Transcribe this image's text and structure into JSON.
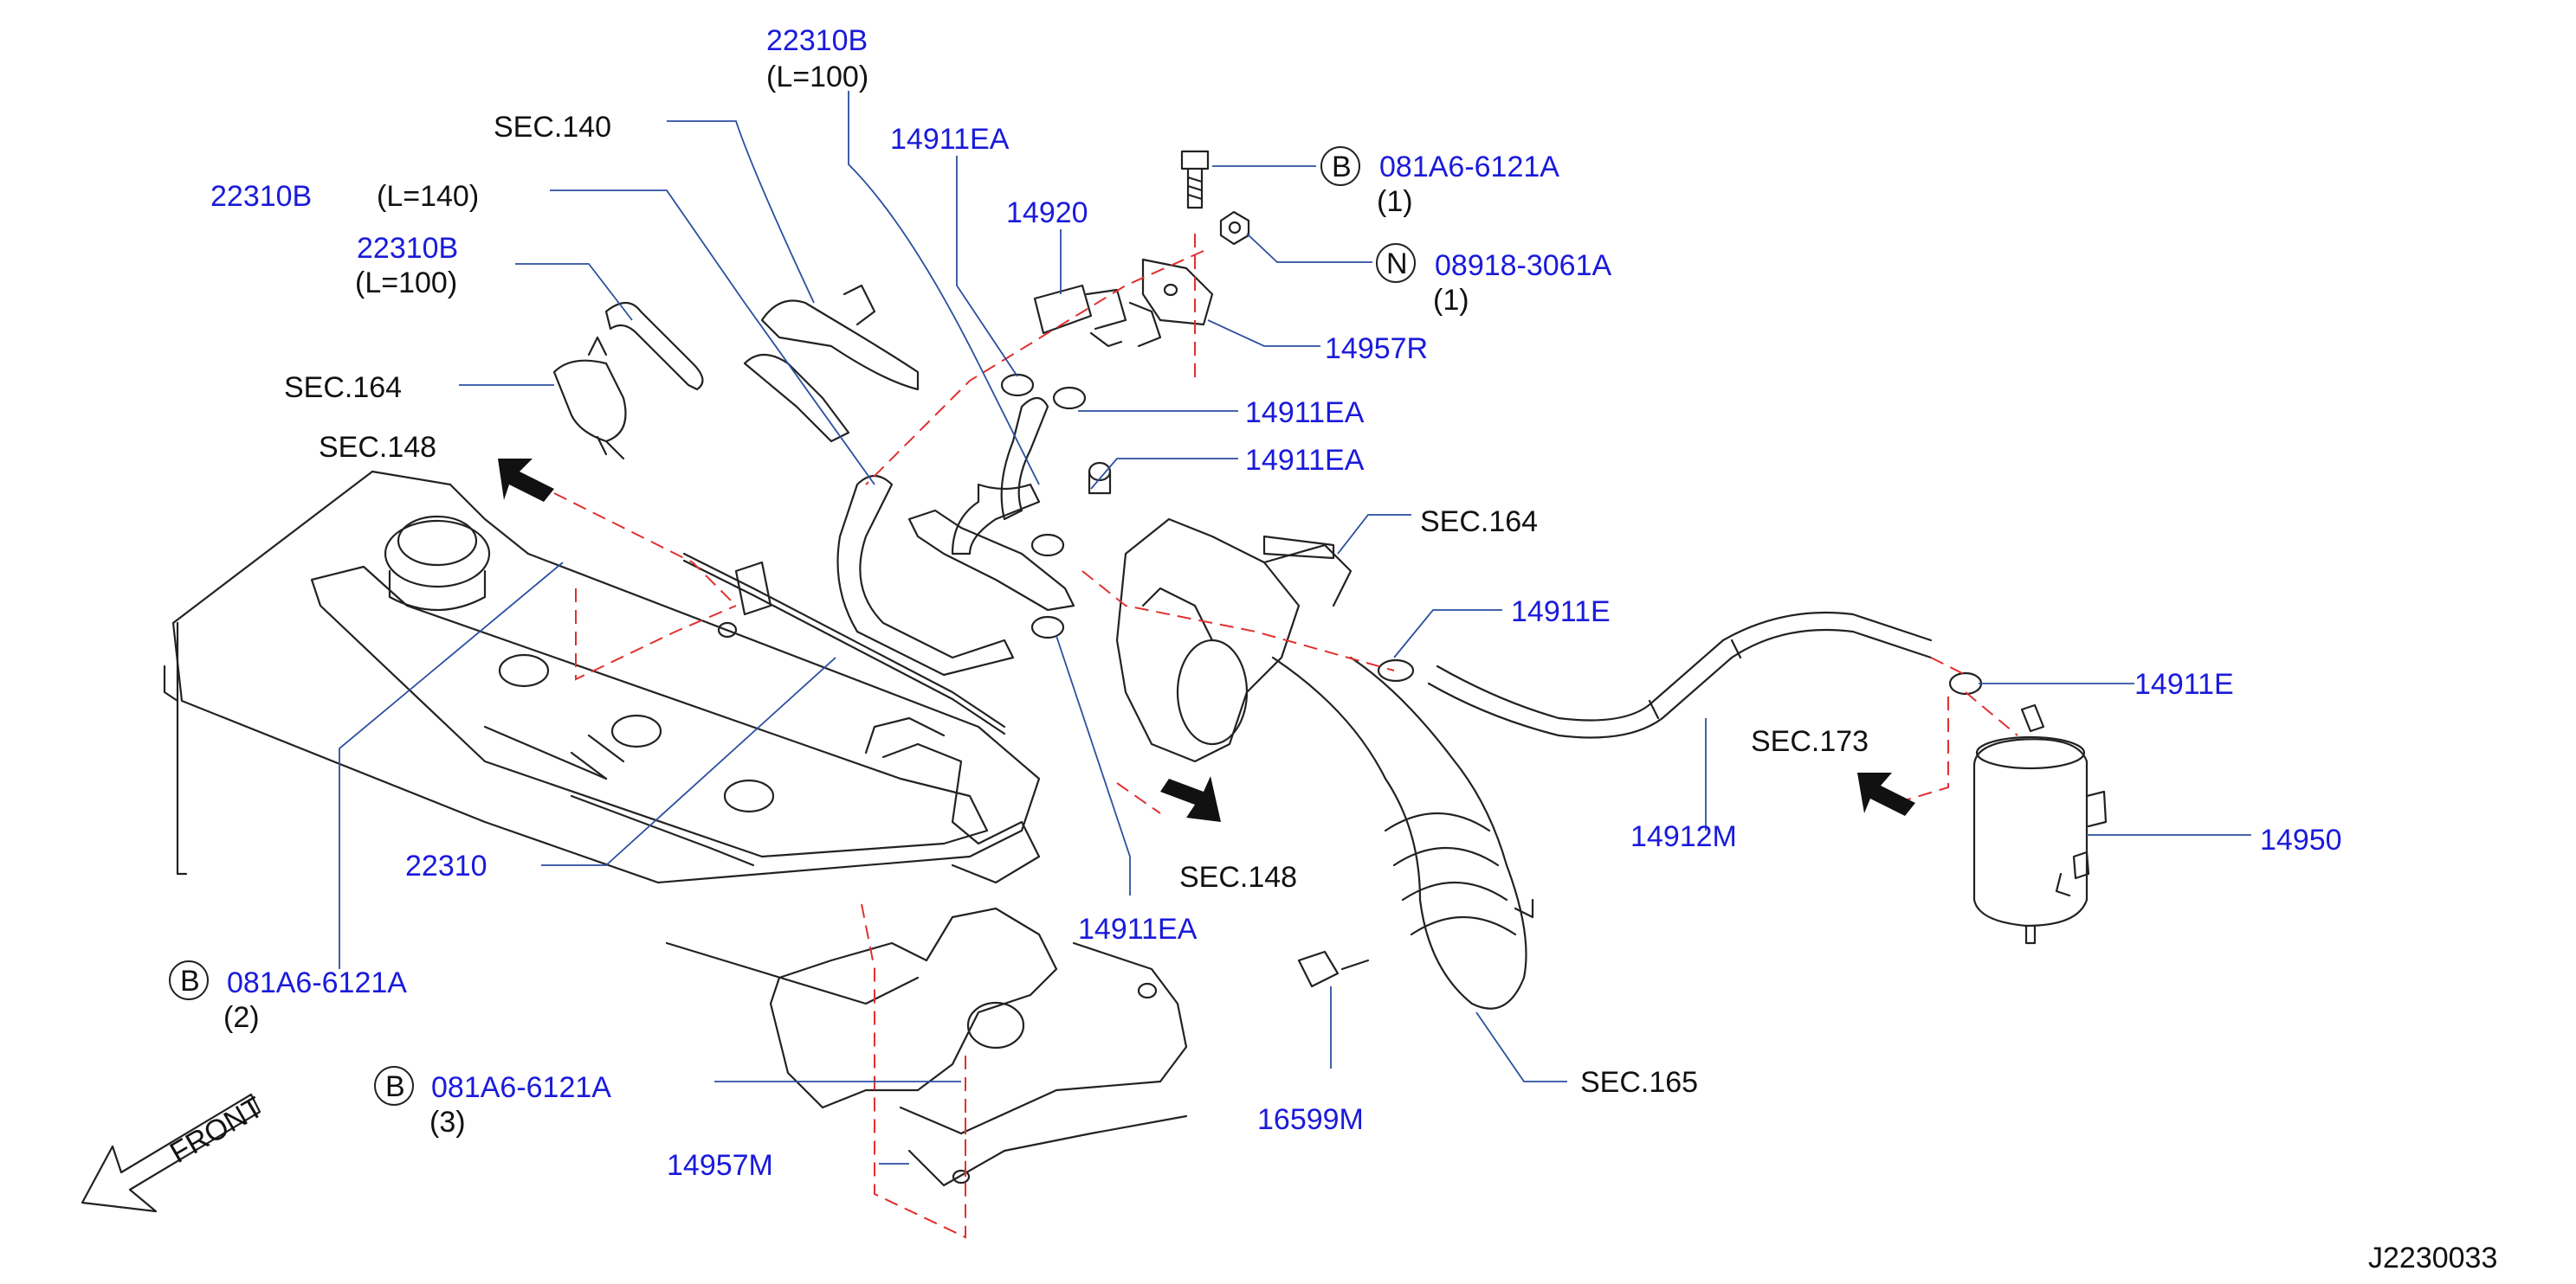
{
  "labels": {
    "p22310b_top": "22310B",
    "p22310b_top_len": "(L=100)",
    "sec140": "SEC.140",
    "p14911ea_a": "14911EA",
    "bolt_b1_letter": "B",
    "bolt_b1_part": "081A6-6121A",
    "bolt_b1_qty": "(1)",
    "p14920": "14920",
    "nut_letter": "N",
    "nut_part": "08918-3061A",
    "nut_qty": "(1)",
    "p22310b_mid": "22310B",
    "p22310b_mid_len": "(L=140)",
    "p22310b_low": "22310B",
    "p22310b_low_len": "(L=100)",
    "p14957r": "14957R",
    "sec164_left": "SEC.164",
    "p14911ea_b": "14911EA",
    "sec148_top": "SEC.148",
    "p14911ea_c": "14911EA",
    "sec164_right": "SEC.164",
    "p14911e_a": "14911E",
    "p14911e_b": "14911E",
    "sec173": "SEC.173",
    "p14912m": "14912M",
    "p14950": "14950",
    "p22310": "22310",
    "sec148_mid": "SEC.148",
    "p14911ea_d": "14911EA",
    "bolt_b2_letter": "B",
    "bolt_b2_part": "081A6-6121A",
    "bolt_b2_qty": "(2)",
    "bolt_b3_letter": "B",
    "bolt_b3_part": "081A6-6121A",
    "bolt_b3_qty": "(3)",
    "sec165": "SEC.165",
    "p16599m": "16599M",
    "p14957m": "14957M",
    "front": "FRONT",
    "diagram_id": "J2230033"
  }
}
